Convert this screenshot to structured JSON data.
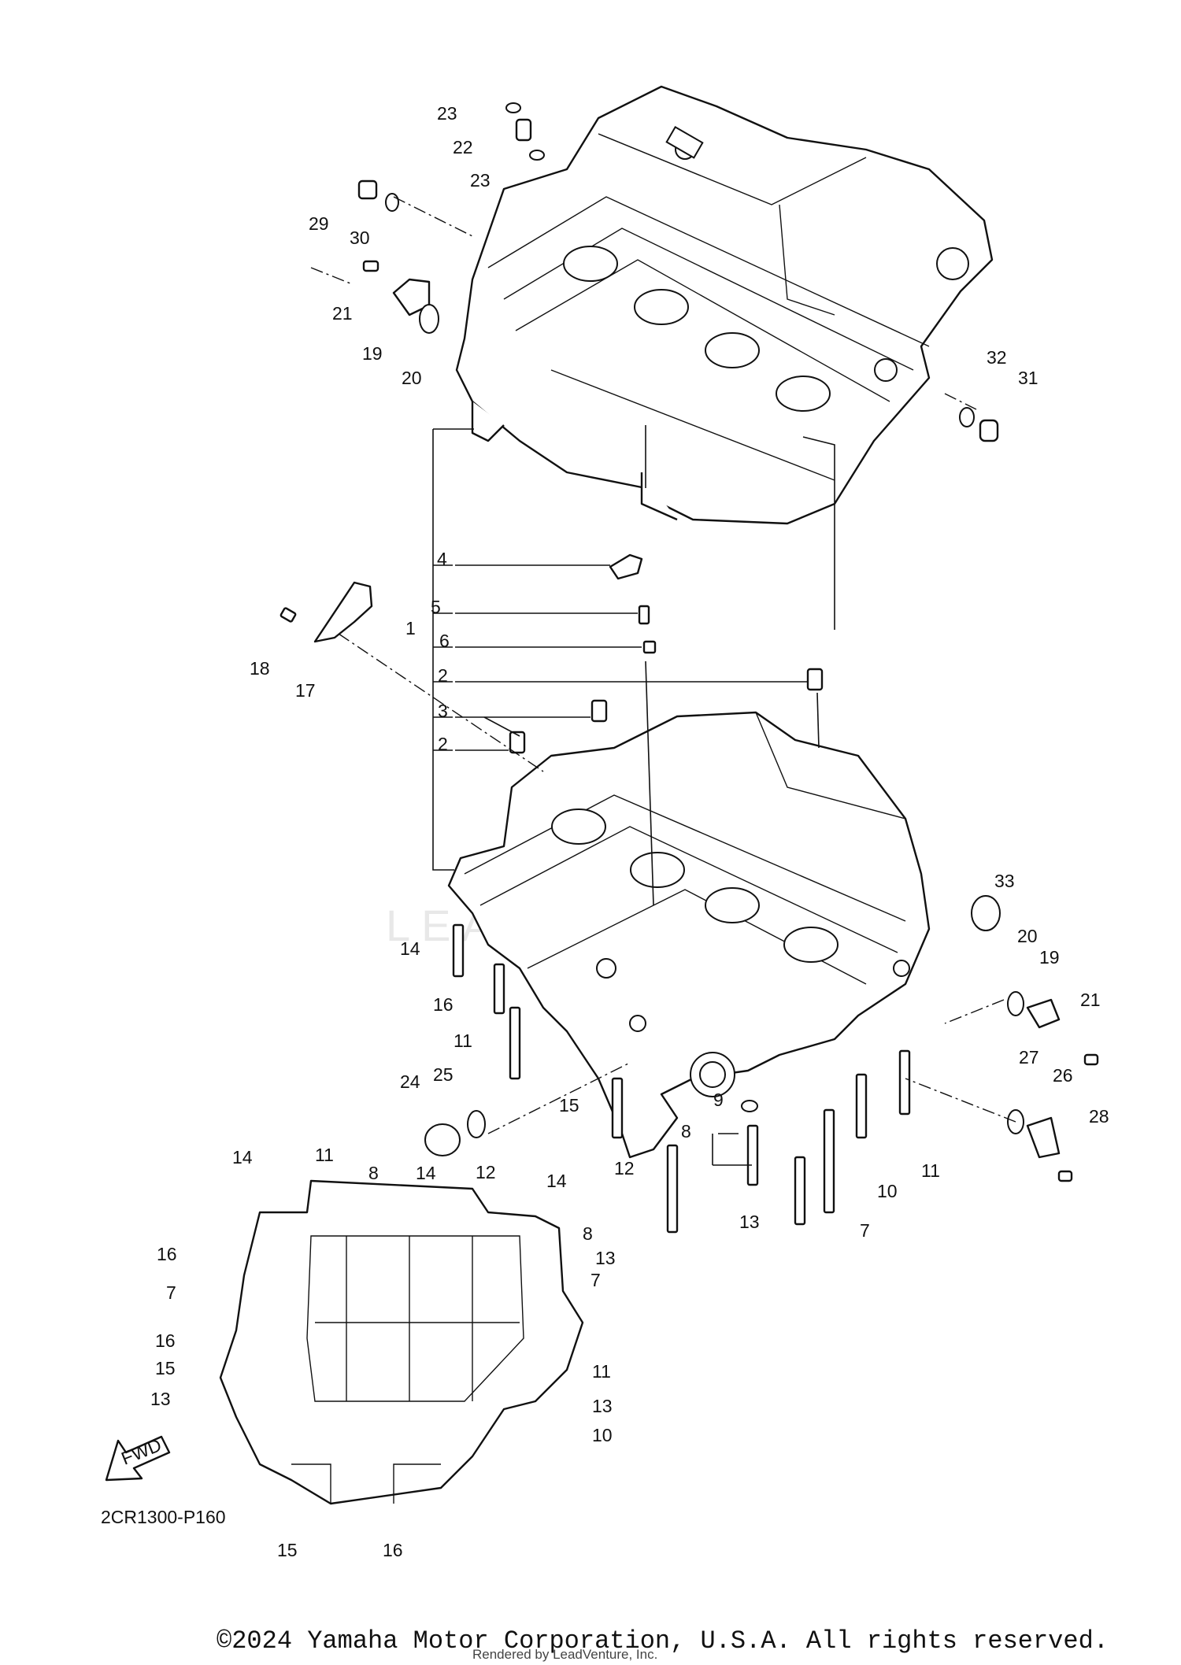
{
  "callouts": [
    "23",
    "22",
    "23",
    "29",
    "30",
    "21",
    "19",
    "20",
    "32",
    "31",
    "4",
    "5",
    "1",
    "6",
    "2",
    "3",
    "2",
    "18",
    "17",
    "33",
    "14",
    "16",
    "11",
    "20",
    "19",
    "21",
    "24",
    "25",
    "15",
    "9",
    "8",
    "27",
    "26",
    "28",
    "12",
    "11",
    "10",
    "13",
    "7",
    "14",
    "11",
    "8",
    "14",
    "12",
    "14",
    "8",
    "16",
    "13",
    "7",
    "7",
    "16",
    "15",
    "11",
    "13",
    "13",
    "10",
    "15",
    "16"
  ],
  "figure_code": "2CR1300-P160",
  "fwd_label": "FWD",
  "watermark": "LEADVENTURE",
  "copyright": "©2024 Yamaha Motor Corporation, U.S.A. All rights reserved.",
  "rendered_by": "Rendered by LeadVenture, Inc."
}
